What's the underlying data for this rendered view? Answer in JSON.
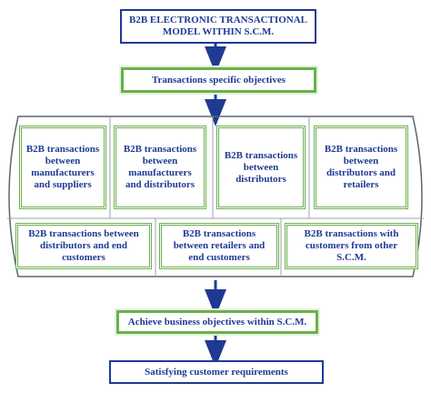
{
  "title": {
    "line1": "B2B ELECTRONIC TRANSACTIONAL",
    "line2": "MODEL WITHIN S.C.M."
  },
  "objectives": "Transactions specific objectives",
  "top_row": [
    "B2B transactions between manufacturers and suppliers",
    "B2B transactions between manufacturers and distributors",
    "B2B transactions between distributors",
    "B2B transactions between distributors and retailers"
  ],
  "bottom_row": [
    "B2B transactions between distributors and end customers",
    "B2B transactions between retailers and end customers",
    "B2B transactions with customers from other S.C.M."
  ],
  "achieve": "Achieve business objectives within S.C.M.",
  "satisfy": "Satisfying customer requirements",
  "colors": {
    "navy": "#1f3a93",
    "green": "#6ab04c",
    "frame": "#5a6470"
  }
}
